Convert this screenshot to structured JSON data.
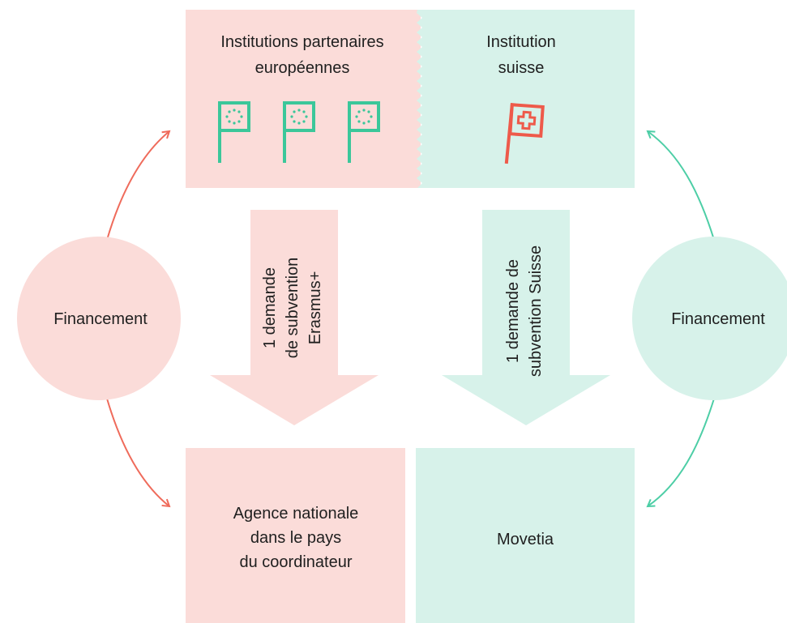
{
  "colors": {
    "eu_fill": "#fbdcd9",
    "ch_fill": "#d7f2ea",
    "eu_arc": "#ef6b5b",
    "ch_arc": "#4dcea6",
    "eu_flag": "#3bc79a",
    "ch_flag": "#ee5a4a",
    "text": "#1f1f1f"
  },
  "top_left": {
    "line1": "Institutions partenaires",
    "line2": "européennes",
    "icons": [
      "eu-flag-icon",
      "eu-flag-icon",
      "eu-flag-icon"
    ]
  },
  "top_right": {
    "line1": "Institution",
    "line2": "suisse",
    "icon": "swiss-flag-icon"
  },
  "arrow_left": {
    "line1": "1 demande",
    "line2": "de subvention",
    "line3": "Erasmus+"
  },
  "arrow_right": {
    "line1": "1 demande de",
    "line2": "subvention Suisse"
  },
  "bottom_left": {
    "line1": "Agence nationale",
    "line2": "dans le pays",
    "line3": "du coordinateur"
  },
  "bottom_right": {
    "label": "Movetia"
  },
  "circle_left": {
    "label": "Financement"
  },
  "circle_right": {
    "label": "Financement"
  }
}
